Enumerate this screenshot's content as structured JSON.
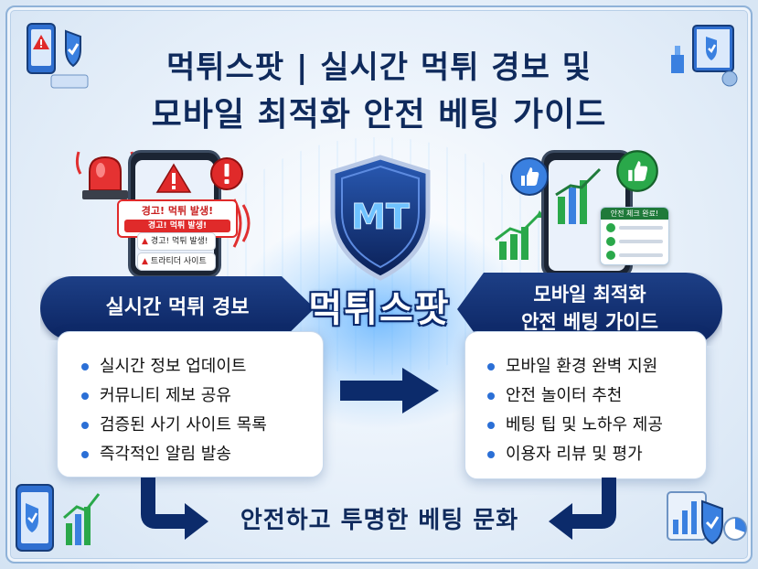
{
  "title": {
    "line1_a": "먹튀스팟",
    "line1_sep": "|",
    "line1_b": "실시간 먹튀 경보 및",
    "line2": "모바일 최적화 안전 베팅 가이드"
  },
  "brand": {
    "logo_text": "MT",
    "name": "먹튀스팟"
  },
  "left": {
    "heading": "실시간 먹튀 경보",
    "items": [
      "실시간 정보 업데이트",
      "커뮤니티 제보 공유",
      "검증된 사기 사이트 목록",
      "즉각적인 알림 발송"
    ],
    "alert_main": "경고! 먹튀 발생!",
    "alert_sub": "경고! 먹튀 발생!",
    "mini1": "경고! 먹튀 발생!",
    "mini2": "트라티더 사이트"
  },
  "right": {
    "heading_line1": "모바일 최적화",
    "heading_line2": "안전 베팅 가이드",
    "items": [
      "모바일 환경 완벽 지원",
      "안전 놀이터 추천",
      "베팅 팁 및 노하우 제공",
      "이용자 리뷰 및 평가"
    ],
    "check_title": "안전 체크 완료!"
  },
  "bottom": {
    "text": "안전하고 투명한 베팅 문화"
  },
  "colors": {
    "navy": "#0f2a5c",
    "accent_blue": "#2b6fd6",
    "alert_red": "#e02a2a",
    "ok_green": "#2aa84a"
  },
  "icons": [
    "siren-icon",
    "warning-icon",
    "shield-check-icon",
    "thumbs-up-icon",
    "bar-chart-icon",
    "phone-icon",
    "laptop-icon"
  ]
}
